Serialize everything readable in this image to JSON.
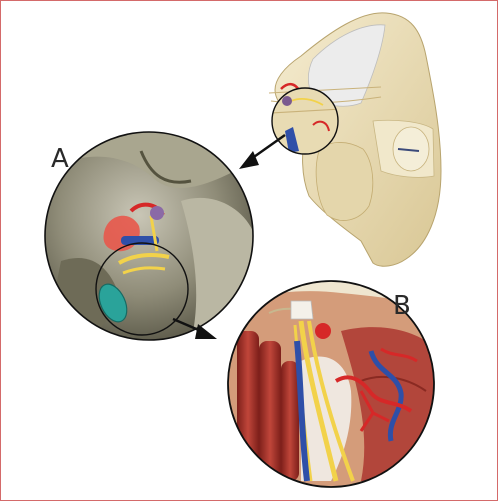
{
  "labels": {
    "panel_a": "A",
    "panel_b": "B"
  },
  "colors": {
    "frame_border": "#d46a6a",
    "skull_bone": "#efe3bf",
    "skull_shadow": "#d8c89a",
    "soft_tissue": "#e9e9e9",
    "artery_red": "#d62828",
    "vein_blue": "#2f4fa8",
    "nerve_yellow": "#f2d24a",
    "muscle_red": "#a8322a",
    "pointer_arrow": "#111111",
    "teal_marker": "#2aa39a"
  },
  "figure": {
    "panels": [
      "skull-overview",
      "endoscopic-view-a",
      "illustration-b"
    ]
  }
}
